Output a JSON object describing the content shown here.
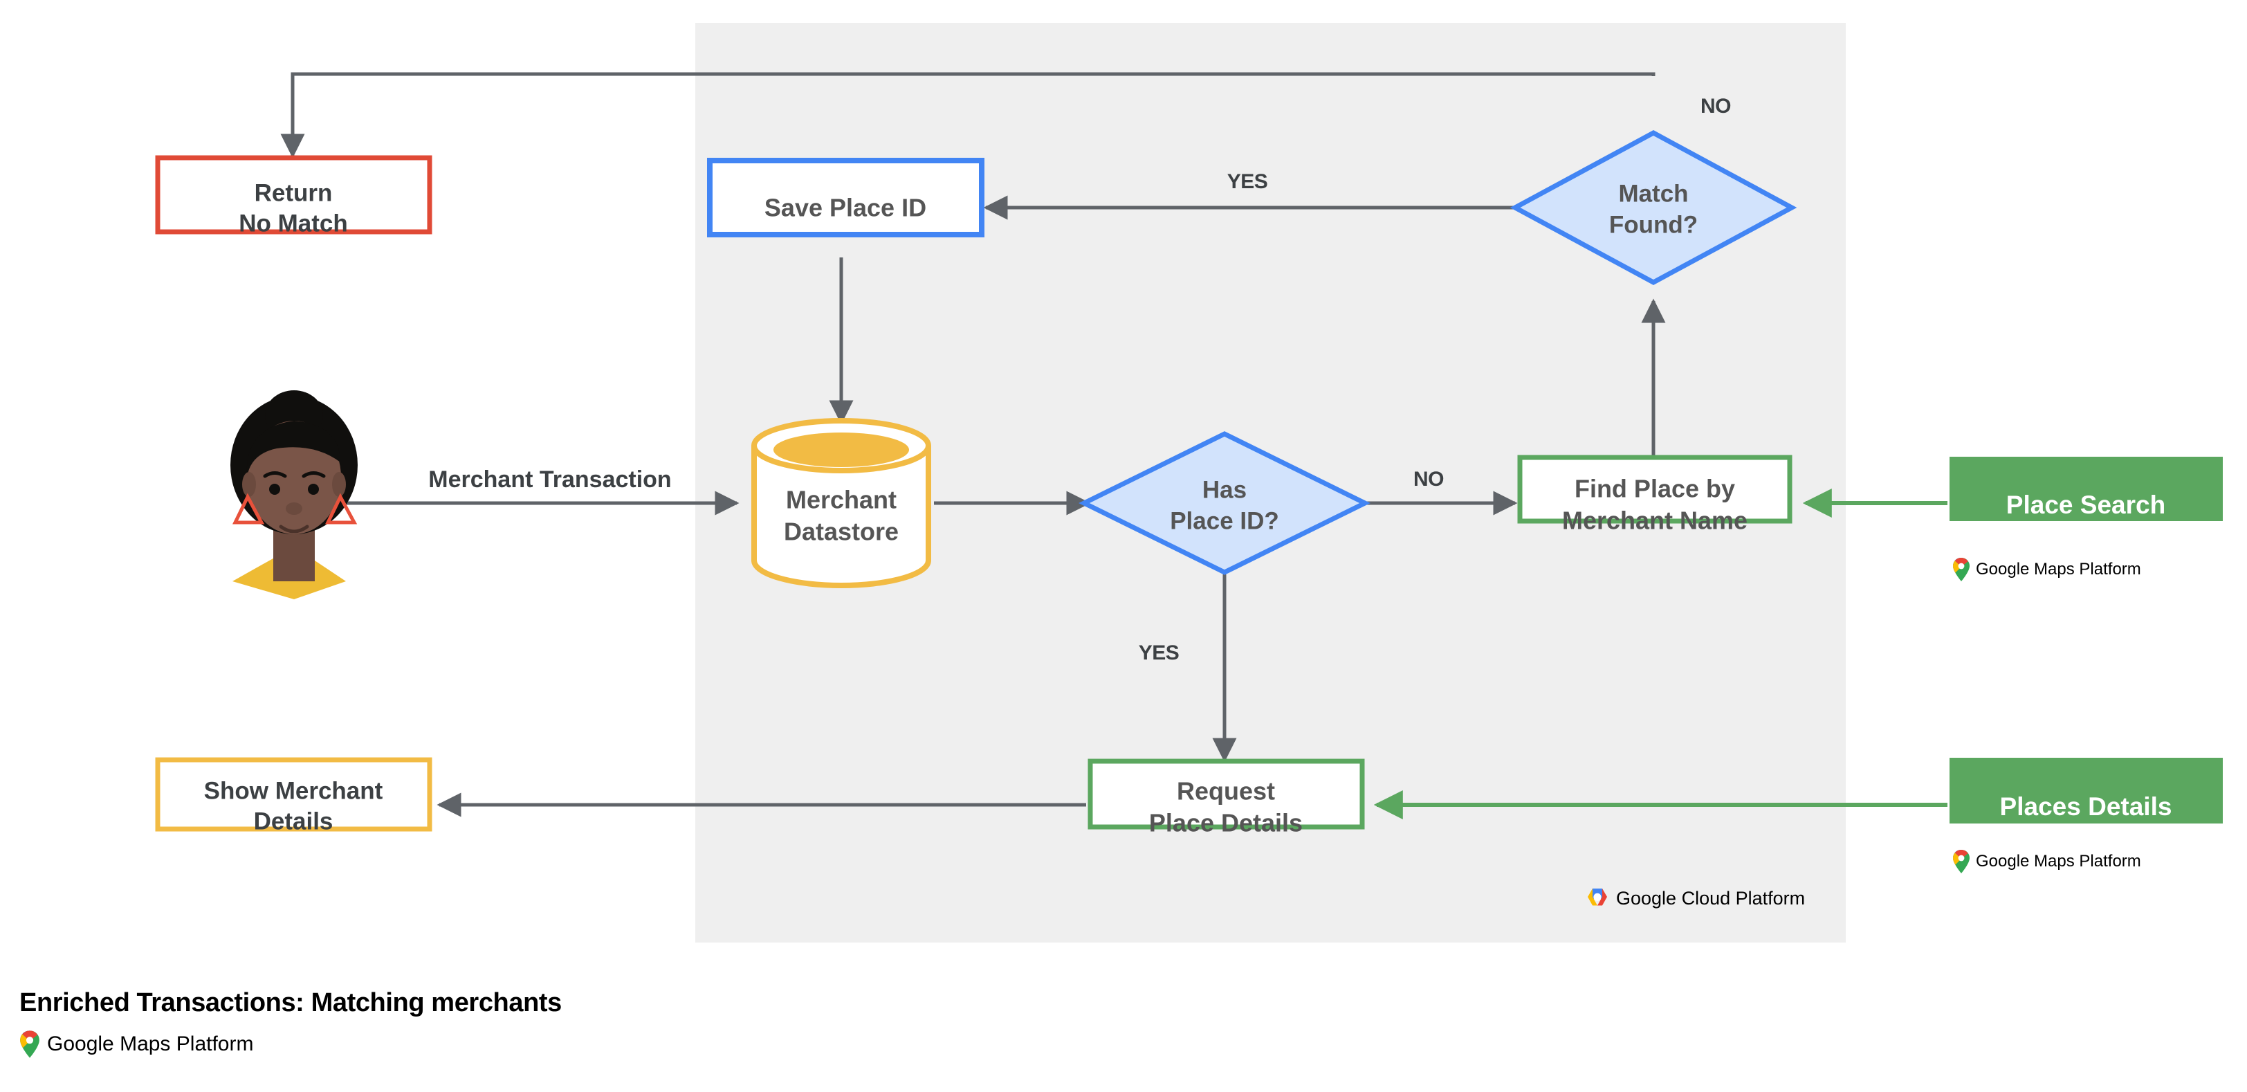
{
  "diagram": {
    "caption": "Enriched Transactions: Matching merchants",
    "panel_label": "Google Cloud Platform",
    "brand_label": "Google Maps Platform",
    "colors": {
      "panel_bg": "#EFEFEF",
      "blue": "#4285F4",
      "blue_fill": "#D2E3FC",
      "green": "#5BA75F",
      "green_fill": "#5BA75F",
      "yellow": "#F2BB44",
      "red": "#E04A36",
      "arrow": "#5F6368",
      "text": "#5F6368"
    },
    "nodes": [
      {
        "id": "return-no-match",
        "shape": "box",
        "line1": "Return",
        "line2": "No Match",
        "style": "red-outline"
      },
      {
        "id": "save-place-id",
        "shape": "box",
        "line1": "Save Place ID",
        "line2": "",
        "style": "blue-outline"
      },
      {
        "id": "match-found",
        "shape": "diamond",
        "line1": "Match",
        "line2": "Found?",
        "style": "blue-fill"
      },
      {
        "id": "merchant-datastore",
        "shape": "cylinder",
        "line1": "Merchant",
        "line2": "Datastore",
        "style": "yellow-cylinder"
      },
      {
        "id": "has-place-id",
        "shape": "diamond",
        "line1": "Has",
        "line2": "Place ID?",
        "style": "blue-fill"
      },
      {
        "id": "find-place",
        "shape": "box",
        "line1": "Find Place by",
        "line2": "Merchant Name",
        "style": "green-outline"
      },
      {
        "id": "place-search",
        "shape": "box",
        "line1": "Place Search",
        "line2": "",
        "style": "green-solid"
      },
      {
        "id": "request-place-details",
        "shape": "box",
        "line1": "Request",
        "line2": "Place Details",
        "style": "green-outline"
      },
      {
        "id": "places-details",
        "shape": "box",
        "line1": "Places Details",
        "line2": "",
        "style": "green-solid"
      },
      {
        "id": "show-merchant-details",
        "shape": "box",
        "line1": "Show Merchant",
        "line2": "Details",
        "style": "yellow-outline"
      }
    ],
    "edges": [
      {
        "id": "user-to-datastore",
        "label": "Merchant Transaction"
      },
      {
        "id": "datastore-to-has-place-id",
        "label": ""
      },
      {
        "id": "has-place-id-no",
        "label": "NO"
      },
      {
        "id": "has-place-id-yes",
        "label": "YES"
      },
      {
        "id": "find-place-to-match-found",
        "label": ""
      },
      {
        "id": "match-found-yes",
        "label": "YES"
      },
      {
        "id": "match-found-no",
        "label": "NO"
      },
      {
        "id": "save-place-id-to-datastore",
        "label": ""
      },
      {
        "id": "place-search-to-find-place",
        "label": ""
      },
      {
        "id": "places-details-to-request",
        "label": ""
      },
      {
        "id": "request-to-show-details",
        "label": ""
      }
    ],
    "avatar": {
      "name": "merchant-user-avatar",
      "skin": "#7A5548",
      "hair": "#100F0D",
      "shirt": "#EEBB34",
      "earring": "#E8513B"
    }
  }
}
